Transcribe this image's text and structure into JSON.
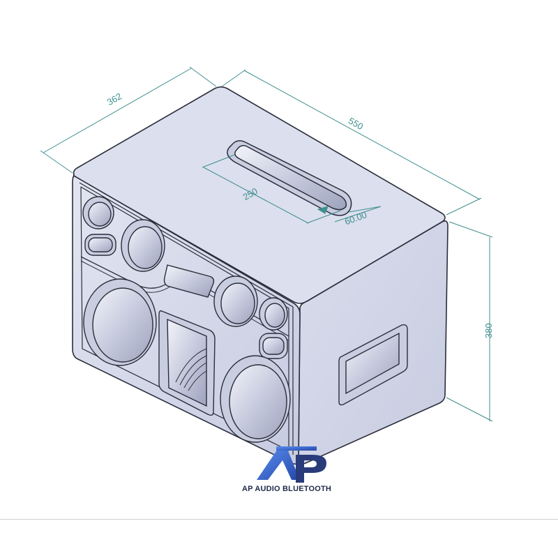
{
  "dimensions": {
    "depth": "362",
    "length": "550",
    "height": "380",
    "slot_length": "250",
    "slot_width": "60.00"
  },
  "logo": {
    "caption": "AP AUDIO BLUETOOTH"
  },
  "colors": {
    "dimension_line": "#3f8e8e",
    "panel": "#d3d7ea",
    "logo_blue": "#3b6fd6"
  }
}
